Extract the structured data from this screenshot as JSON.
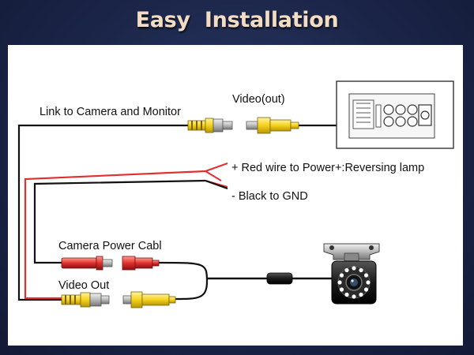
{
  "title_part1": "Easy",
  "title_part2": "Installation",
  "labels": {
    "link_camera_monitor": "Link to Camera and Monitor",
    "video_out_monitor": "Video(out)",
    "red_wire": "+ Red wire to Power+:Reversing lamp",
    "black_wire": "- Black to GND",
    "camera_power_cable": "Camera Power Cabl",
    "video_out": "Video Out"
  },
  "colors": {
    "background": "#1b2548",
    "title_text": "#f2dcc4",
    "rca_yellow": "#f4d21a",
    "power_red": "#e03030",
    "wire_black": "#111111"
  }
}
